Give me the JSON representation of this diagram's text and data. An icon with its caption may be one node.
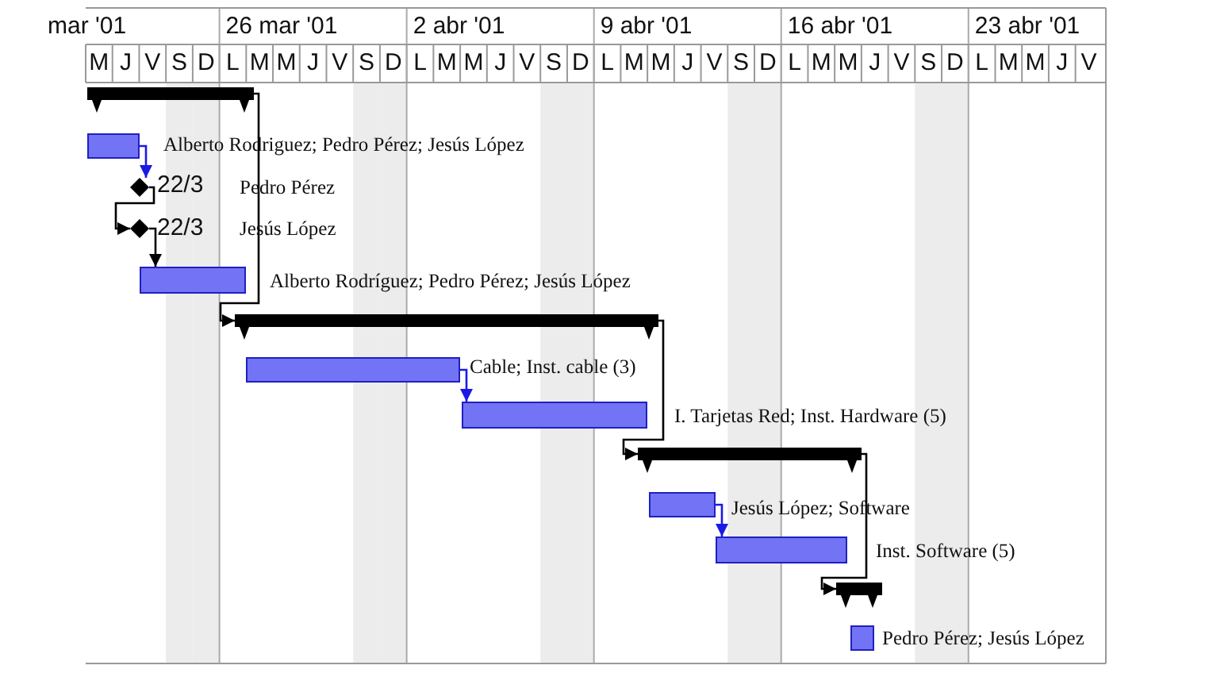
{
  "diagram": {
    "nodes": [
      {
        "text": [],
        "shape": "bar"
      },
      {
        "text": [],
        "shape": "bar",
        "beside": [
          "Alberto Rodriguez; Pedro Pérez; Jesús López"
        ]
      },
      {
        "text": [],
        "shape": "diamond",
        "beside": [
          "22/3",
          "Pedro Pérez"
        ]
      },
      {
        "text": [],
        "shape": "diamond",
        "beside": [
          "22/3",
          "Jesús López"
        ]
      },
      {
        "text": [],
        "shape": "bar",
        "beside": [
          "Alberto Rodríguez; Pedro Pérez; Jesús López"
        ]
      },
      {
        "text": [],
        "shape": "bar"
      },
      {
        "text": [],
        "shape": "bar",
        "beside": [
          "Cable; Inst. cable (3)"
        ]
      },
      {
        "text": [],
        "shape": "bar",
        "beside": [
          "I. Tarjetas Red; Inst. Hardware (5)"
        ]
      },
      {
        "text": [],
        "shape": "bar"
      },
      {
        "text": [],
        "shape": "bar",
        "beside": [
          "Jesús López; Software"
        ]
      },
      {
        "text": [],
        "shape": "bar",
        "beside": [
          "Inst. Software (5)"
        ]
      },
      {
        "text": [],
        "shape": "bar"
      },
      {
        "text": [],
        "shape": "bar",
        "beside": [
          "Pedro Pérez; Jesús López"
        ]
      }
    ],
    "edges": [
      {
        "from": 1,
        "to": 2,
        "arrow": "to",
        "color": "#1a1ae6"
      },
      {
        "from": 2,
        "to": 3,
        "arrow": "to"
      },
      {
        "from": 3,
        "to": 4,
        "arrow": "to"
      },
      {
        "from": 0,
        "to": 5,
        "arrow": "to"
      },
      {
        "from": 6,
        "to": 7,
        "arrow": "to",
        "color": "#1a1ae6"
      },
      {
        "from": 5,
        "to": 8,
        "arrow": "to"
      },
      {
        "from": 9,
        "to": 10,
        "arrow": "to",
        "color": "#1a1ae6"
      },
      {
        "from": 8,
        "to": 11,
        "arrow": "to"
      }
    ],
    "labels": [
      "mar '01",
      "26 mar '01",
      "2 abr '01",
      "9 abr '01",
      "16 abr '01",
      "23 abr '01",
      "M",
      "J",
      "V",
      "S",
      "D",
      "L",
      "M",
      "M",
      "J",
      "V",
      "S",
      "D",
      "L",
      "M",
      "M",
      "J",
      "V",
      "S",
      "D",
      "L",
      "M",
      "M",
      "J",
      "V",
      "S",
      "D",
      "L",
      "M",
      "M",
      "J",
      "V",
      "S",
      "D",
      "L",
      "M",
      "M",
      "J",
      "V"
    ]
  }
}
